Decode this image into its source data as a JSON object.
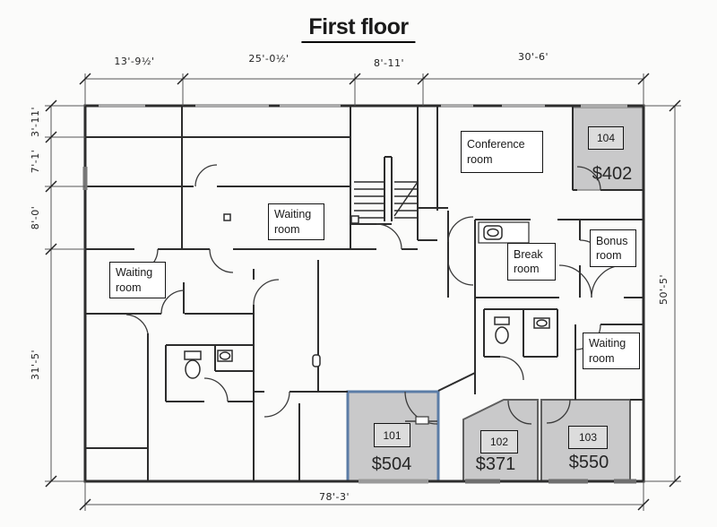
{
  "title": "First floor",
  "dimensions": {
    "top": [
      "13'-9½'",
      "25'-0½'",
      "8'-11'",
      "30'-6'"
    ],
    "left": [
      "3'-11'",
      "7'-1'",
      "8'-0'",
      "31'-5'"
    ],
    "right": [
      "50'-5'"
    ],
    "bottom": [
      "78'-3'"
    ]
  },
  "room_labels": [
    {
      "id": "conference",
      "text": "Conference room"
    },
    {
      "id": "waiting-top",
      "text": "Waiting room"
    },
    {
      "id": "waiting-left",
      "text": "Waiting room"
    },
    {
      "id": "break",
      "text": "Break room"
    },
    {
      "id": "bonus",
      "text": "Bonus room"
    },
    {
      "id": "waiting-right",
      "text": "Waiting room"
    }
  ],
  "units": [
    {
      "number": "101",
      "price": "$504",
      "highlighted": true
    },
    {
      "number": "102",
      "price": "$371",
      "highlighted": false
    },
    {
      "number": "103",
      "price": "$550",
      "highlighted": false
    },
    {
      "number": "104",
      "price": "$402",
      "highlighted": false
    }
  ],
  "colors": {
    "unit_fill": "#c9c9ca",
    "highlight_border": "#5b7ca6",
    "wall": "#2d2d2d"
  }
}
